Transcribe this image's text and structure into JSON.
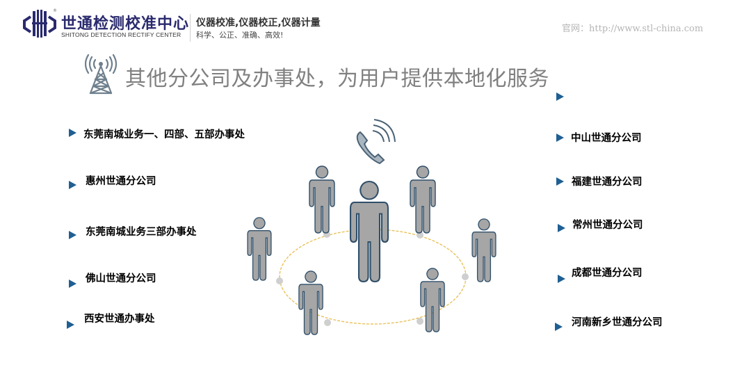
{
  "header": {
    "logo_title": "世通检测校准中心",
    "logo_subtitle": "SHITONG DETECTION RECTIFY CENTER",
    "slogan_line1": "仪器校准,仪器校正,仪器计量",
    "slogan_line2": "科学、公正、准确、高效!",
    "website": "官网：http://www.stl-china.com",
    "brand_color": "#2a2a6e"
  },
  "main": {
    "title": "其他分公司及办事处，为用户提供本地化服务",
    "icon": "radio-tower-icon",
    "bullet_color": "#1f5f93",
    "left_offices": [
      {
        "label": "东莞南城业务一、四部、五部办事处"
      },
      {
        "label": "惠州世通分公司"
      },
      {
        "label": "东莞南城业务三部办事处"
      },
      {
        "label": "佛山世通分公司"
      },
      {
        "label": "西安世通办事处"
      }
    ],
    "right_offices": [
      {
        "label": "中山世通分公司"
      },
      {
        "label": "福建世通分公司"
      },
      {
        "label": "常州世通分公司"
      },
      {
        "label": "成都世通分公司"
      },
      {
        "label": "河南新乡世通分公司"
      }
    ],
    "illustration": {
      "phone_icon": "phone-ringing-icon",
      "person_icon": "person-icon",
      "ring_color": "#e8c15a",
      "person_fill": "#a6a6a6",
      "person_stroke": "#2f4f6a"
    }
  }
}
